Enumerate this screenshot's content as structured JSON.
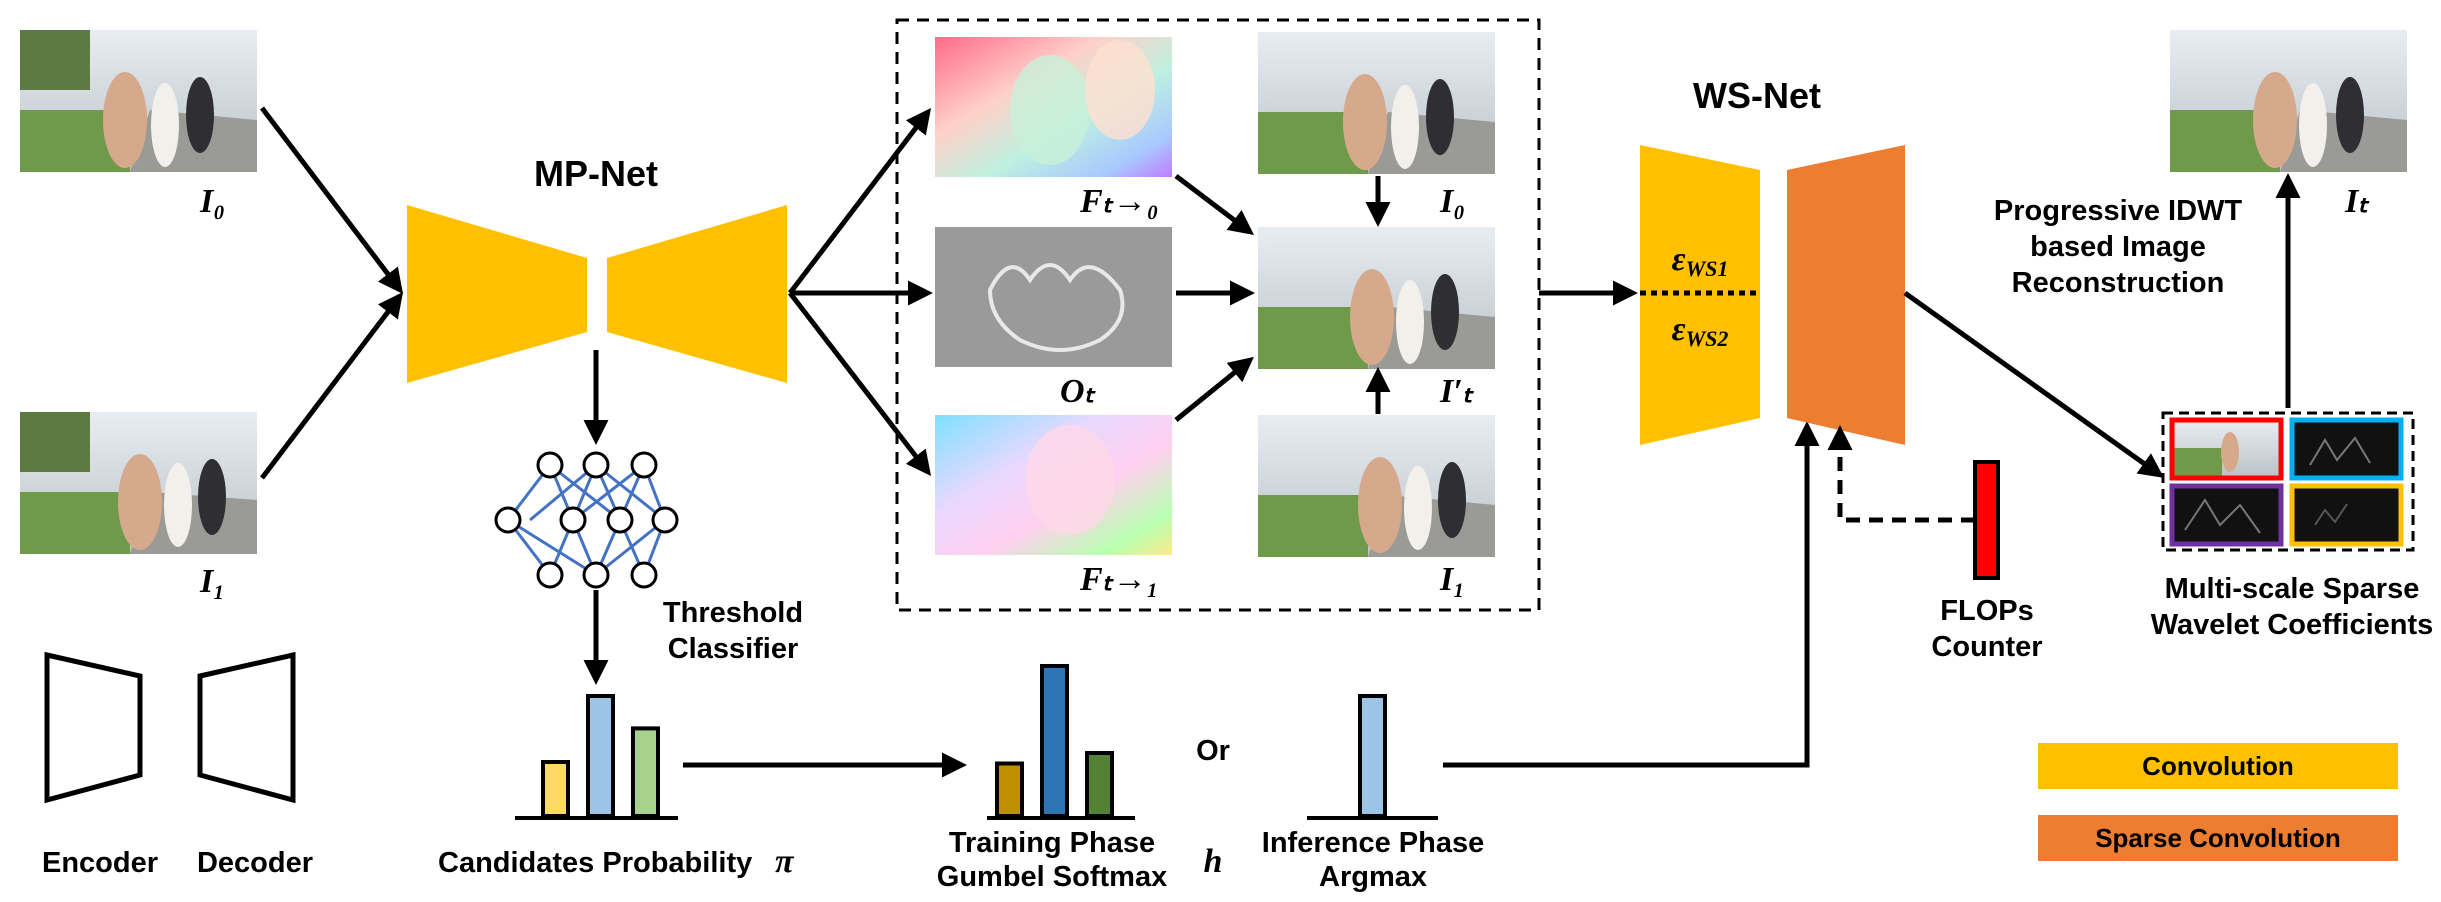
{
  "colors": {
    "convolution": "#FFC000",
    "sparse_convolution": "#ED7D31",
    "flops_bar": "#FF0000",
    "mlp_edge": "#4472C4",
    "bar_yellow": "#FFD966",
    "bar_blue": "#9DC3E6",
    "bar_green": "#A9D18E",
    "gumbel_gold": "#BF9000",
    "gumbel_blue": "#2E75B6",
    "gumbel_green": "#548235",
    "wavelet_red": "#FF0000",
    "wavelet_cyan": "#00B0F0",
    "wavelet_purple": "#7030A0",
    "wavelet_orange": "#FFC000"
  },
  "titles": {
    "mp_net": "MP-Net",
    "ws_net": "WS-Net"
  },
  "frames": {
    "i0": "I₀",
    "i1": "I₁",
    "it": "Iₜ",
    "it_prime": "I′ₜ",
    "flow_t0": "Fₜ→₀",
    "flow_t1": "Fₜ→₁",
    "occlusion": "Oₜ"
  },
  "encoder_labels": {
    "ws1": "εWS1",
    "ws2": "εWS2"
  },
  "labels": {
    "threshold_classifier": [
      "Threshold",
      "Classifier"
    ],
    "candidates_probability": "Candidates Probability",
    "pi": "π",
    "training_phase": [
      "Training Phase",
      "Gumbel Softmax"
    ],
    "or": "Or",
    "h": "h",
    "inference_phase": [
      "Inference Phase",
      "Argmax"
    ],
    "flops_counter": [
      "FLOPs",
      "Counter"
    ],
    "idwt": [
      "Progressive IDWT",
      "based Image",
      "Reconstruction"
    ],
    "wavelet": [
      "Multi-scale Sparse",
      "Wavelet Coefficients"
    ],
    "encoder": "Encoder",
    "decoder": "Decoder"
  },
  "legend": {
    "convolution": "Convolution",
    "sparse_convolution": "Sparse Convolution"
  },
  "bars": {
    "candidates": [
      0.45,
      1.0,
      0.73
    ],
    "gumbel": [
      0.35,
      1.0,
      0.42
    ],
    "argmax": [
      1.0
    ]
  }
}
